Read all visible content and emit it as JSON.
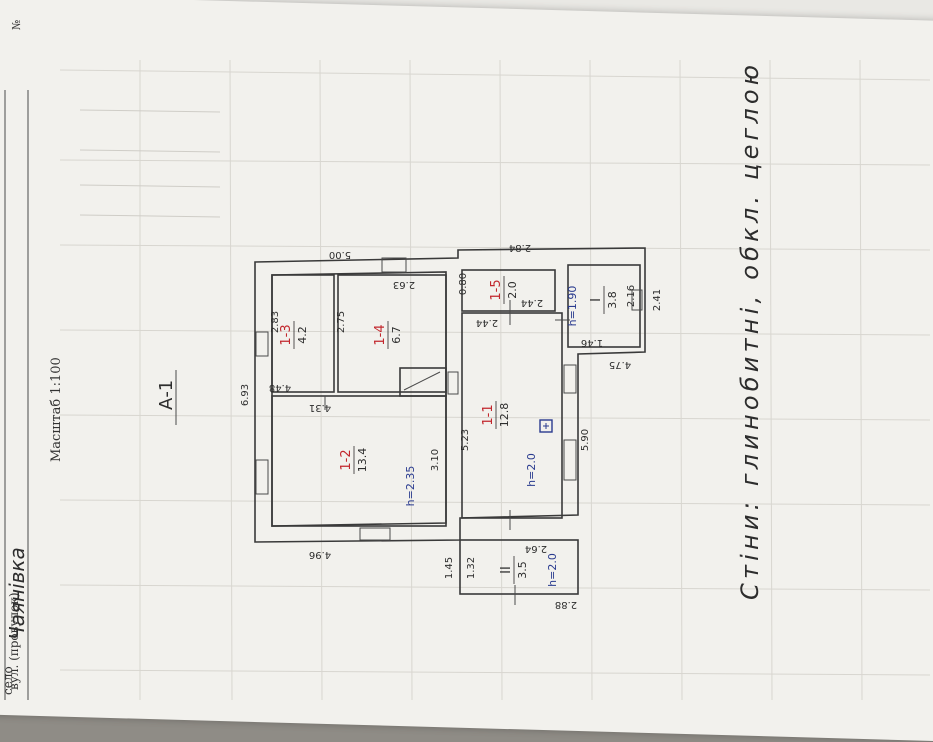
{
  "header": {
    "street_label": "вул. (провулок)",
    "village_label": "село",
    "village_name": "Чаянівка",
    "number_label": "№"
  },
  "scale_label": "Масштаб 1:100",
  "plan_title": "А-1",
  "walls_note": "Стіни: глинобитні, обкл. цеглою",
  "dimensions": {
    "top_left": "5.00",
    "top_right": "2.84",
    "left_side": "6.93",
    "bottom_main": "4.96",
    "bottom_mid": "5.90",
    "right_outer": "2.41",
    "right_small": "4.75",
    "inner_a": "4.31",
    "inner_b": "4.48",
    "inner_c": "2.83",
    "inner_d": "2.75",
    "inner_e": "2.63",
    "inner_f": "3.10",
    "inner_g": "5.23",
    "inner_h": "2.44",
    "inner_i": "0.80",
    "inner_j": "2.44",
    "inner_k": "2.16",
    "inner_l": "1.46",
    "porch_a": "1.45",
    "porch_b": "1.32",
    "porch_c": "2.64",
    "porch_d": "2.88"
  },
  "rooms": [
    {
      "id": "1-1",
      "area": "12.8",
      "height": "h=2.0"
    },
    {
      "id": "1-2",
      "area": "13.4",
      "height": "h=2.35"
    },
    {
      "id": "1-3",
      "area": "4.2"
    },
    {
      "id": "1-4",
      "area": "6.7"
    },
    {
      "id": "1-5",
      "area": "2.0"
    },
    {
      "id": "I",
      "area": "3.8",
      "height": "h=1.90"
    },
    {
      "id": "II",
      "area": "3.5",
      "height": "h=2.0"
    }
  ],
  "colors": {
    "room_id": "#c2272d",
    "height": "#2a3b8f",
    "ink": "#2d2d2d"
  }
}
